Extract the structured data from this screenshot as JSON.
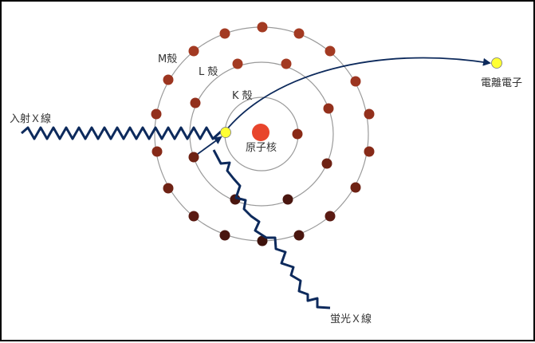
{
  "labels": {
    "k_shell": "K 殻",
    "l_shell": "L 殻",
    "m_shell": "M殻",
    "nucleus": "原子核",
    "incident_xray": "入射Ｘ線",
    "photoelectron": "電離電子",
    "fluorescent_xray": "蛍光Ｘ線"
  },
  "colors": {
    "nucleus": "#e8452c",
    "ejected_electron": "#ffff33",
    "wave": "#0d2a5c",
    "shell_electrons_gradient": [
      "#a33a22",
      "#8a2a16",
      "#5a1a12",
      "#3e120c"
    ]
  },
  "shells": [
    {
      "name": "K",
      "electrons": 2
    },
    {
      "name": "L",
      "electrons": 8
    },
    {
      "name": "M",
      "electrons": 18
    }
  ]
}
